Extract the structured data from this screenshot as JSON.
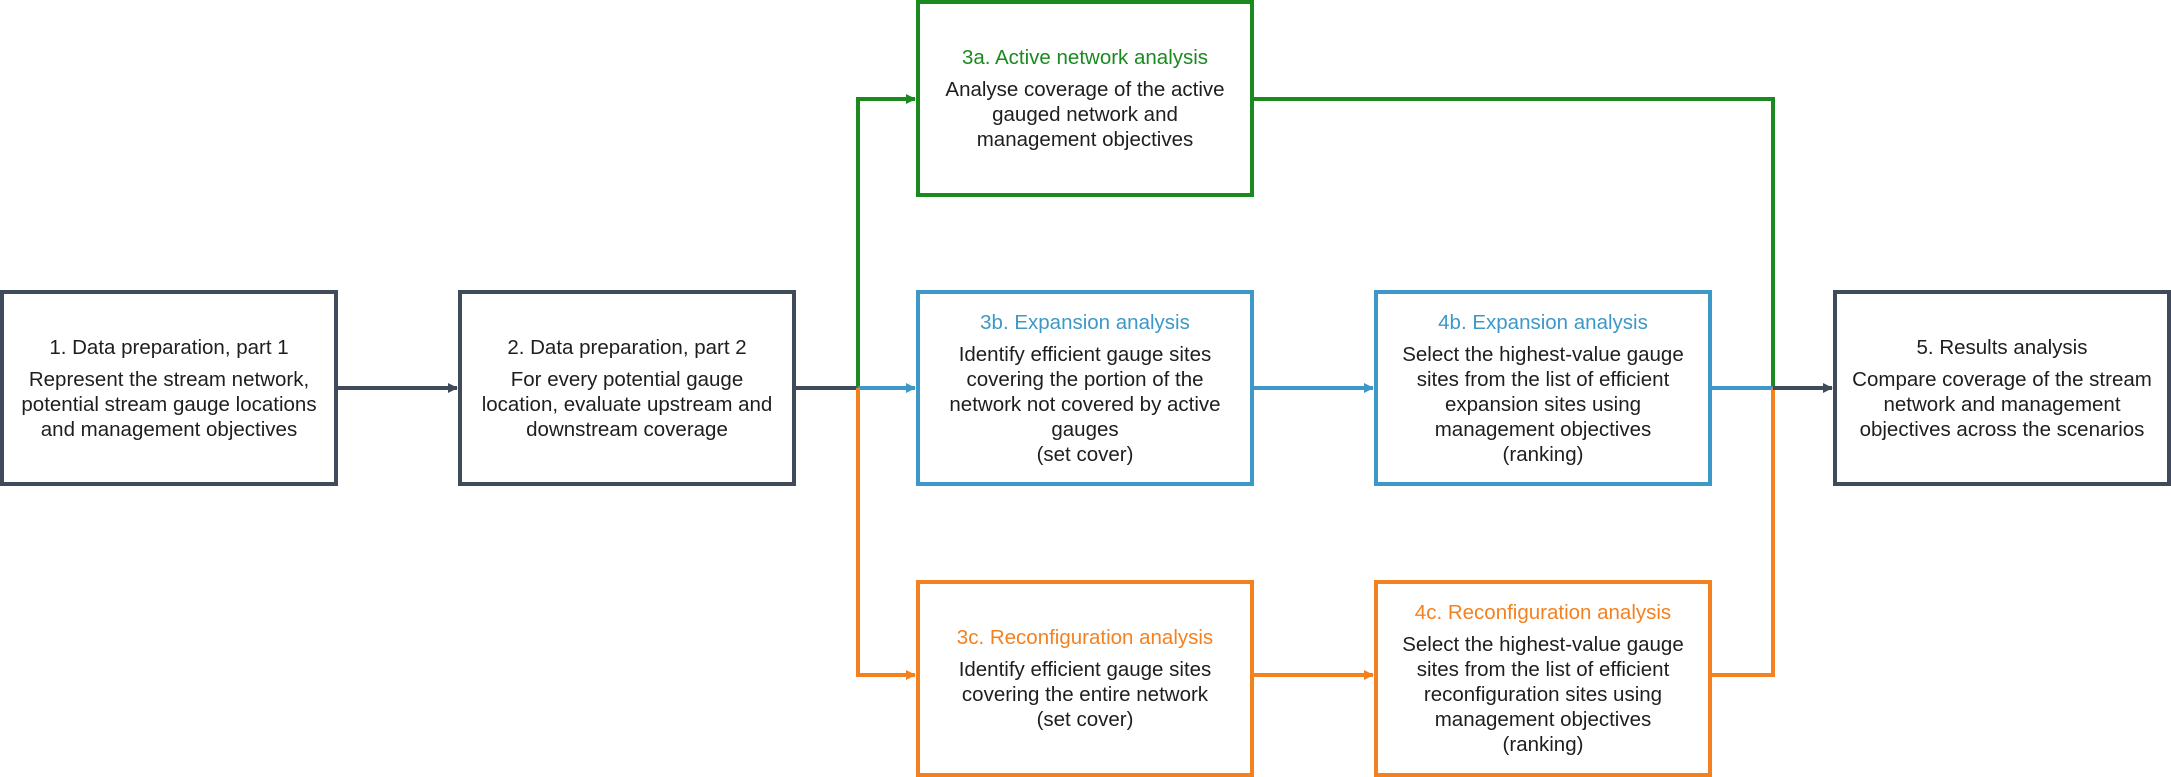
{
  "colors": {
    "gray": "#3f4a5a",
    "green": "#1a8a1f",
    "blue": "#3d98c7",
    "orange": "#f4811f"
  },
  "boxes": {
    "step1": {
      "title": "1. Data preparation, part 1",
      "body": "Represent the stream network, potential stream gauge locations and management objectives"
    },
    "step2": {
      "title": "2. Data preparation, part 2",
      "body": "For every potential gauge location, evaluate upstream and downstream coverage"
    },
    "step3a": {
      "title": "3a. Active network analysis",
      "body": "Analyse coverage of the active gauged network and management objectives"
    },
    "step3b": {
      "title": "3b. Expansion analysis",
      "body": "Identify efficient gauge sites covering the portion of the network not covered by active gauges",
      "method": "(set cover)"
    },
    "step4b": {
      "title": "4b. Expansion analysis",
      "body": "Select the highest-value gauge sites from the list of efficient expansion sites using management objectives",
      "method": "(ranking)"
    },
    "step3c": {
      "title": "3c. Reconfiguration analysis",
      "body": "Identify efficient gauge sites covering the entire network",
      "method": "(set cover)"
    },
    "step4c": {
      "title": "4c. Reconfiguration analysis",
      "body": "Select the highest-value gauge sites from the list of efficient reconfiguration sites using management objectives",
      "method": "(ranking)"
    },
    "step5": {
      "title": "5. Results analysis",
      "body": "Compare coverage of the stream network and management objectives across the scenarios"
    }
  }
}
